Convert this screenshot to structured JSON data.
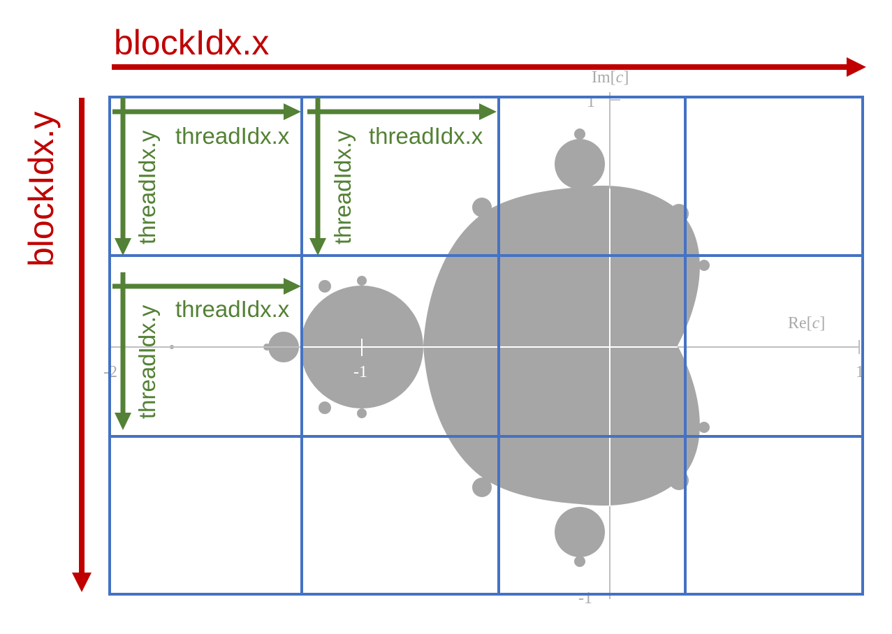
{
  "labels": {
    "block_x": "blockIdx.x",
    "block_y": "blockIdx.y",
    "thread_x": "threadIdx.x",
    "thread_y": "threadIdx.y"
  },
  "axes": {
    "im_label_prefix": "Im[",
    "re_label_prefix": "Re[",
    "var": "c",
    "suffix": "]",
    "tick_im_top": "1",
    "tick_im_bottom": "-1",
    "tick_re_left": "-2",
    "tick_re_mid": "-1",
    "tick_re_right": "1"
  },
  "grid": {
    "columns": 4,
    "rows": 3
  },
  "colors": {
    "block_arrow": "#c00000",
    "thread_arrow": "#538135",
    "grid_line": "#4472c4",
    "fractal": "#a6a6a6",
    "axis": "#bfbfbf"
  }
}
